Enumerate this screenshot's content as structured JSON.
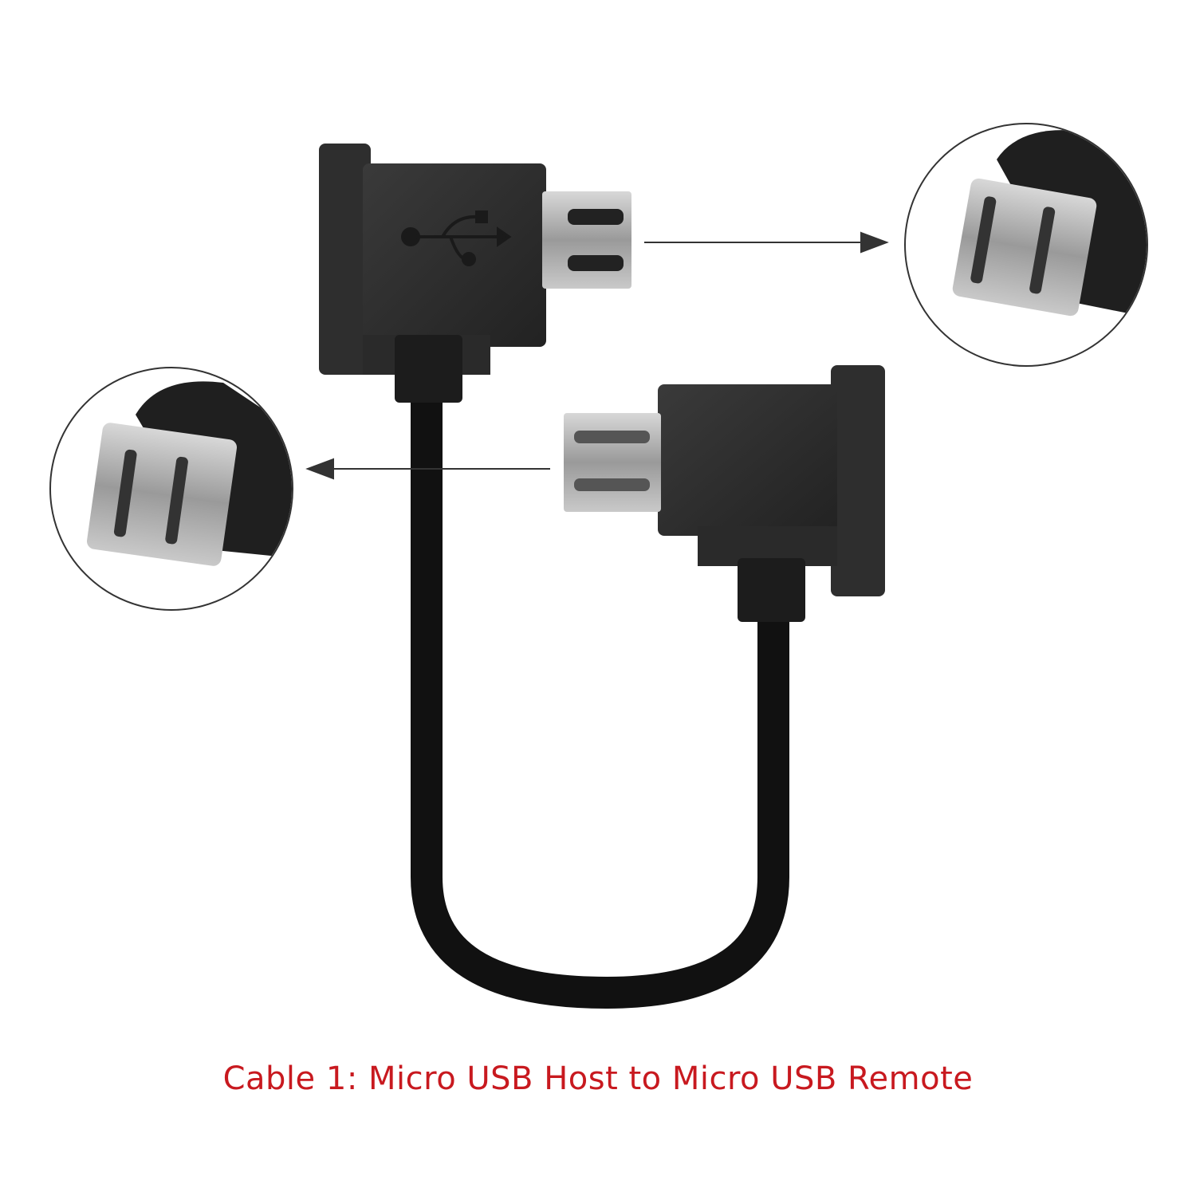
{
  "caption": "Cable 1: Micro USB Host to Micro USB Remote",
  "colors": {
    "caption": "#c8191f",
    "connector_body": "#2b2b2b",
    "cable": "#111111",
    "metal_plug": "#a9a9a9",
    "background": "#ffffff"
  },
  "figure": {
    "connectors": [
      {
        "name": "top-left-connector",
        "type": "micro-usb-right-angle",
        "has_usb_logo": true
      },
      {
        "name": "bottom-right-connector",
        "type": "micro-usb-right-angle",
        "has_usb_logo": false
      }
    ],
    "callouts": [
      {
        "name": "top-right-detail",
        "direction": "right"
      },
      {
        "name": "left-detail",
        "direction": "left"
      }
    ]
  }
}
